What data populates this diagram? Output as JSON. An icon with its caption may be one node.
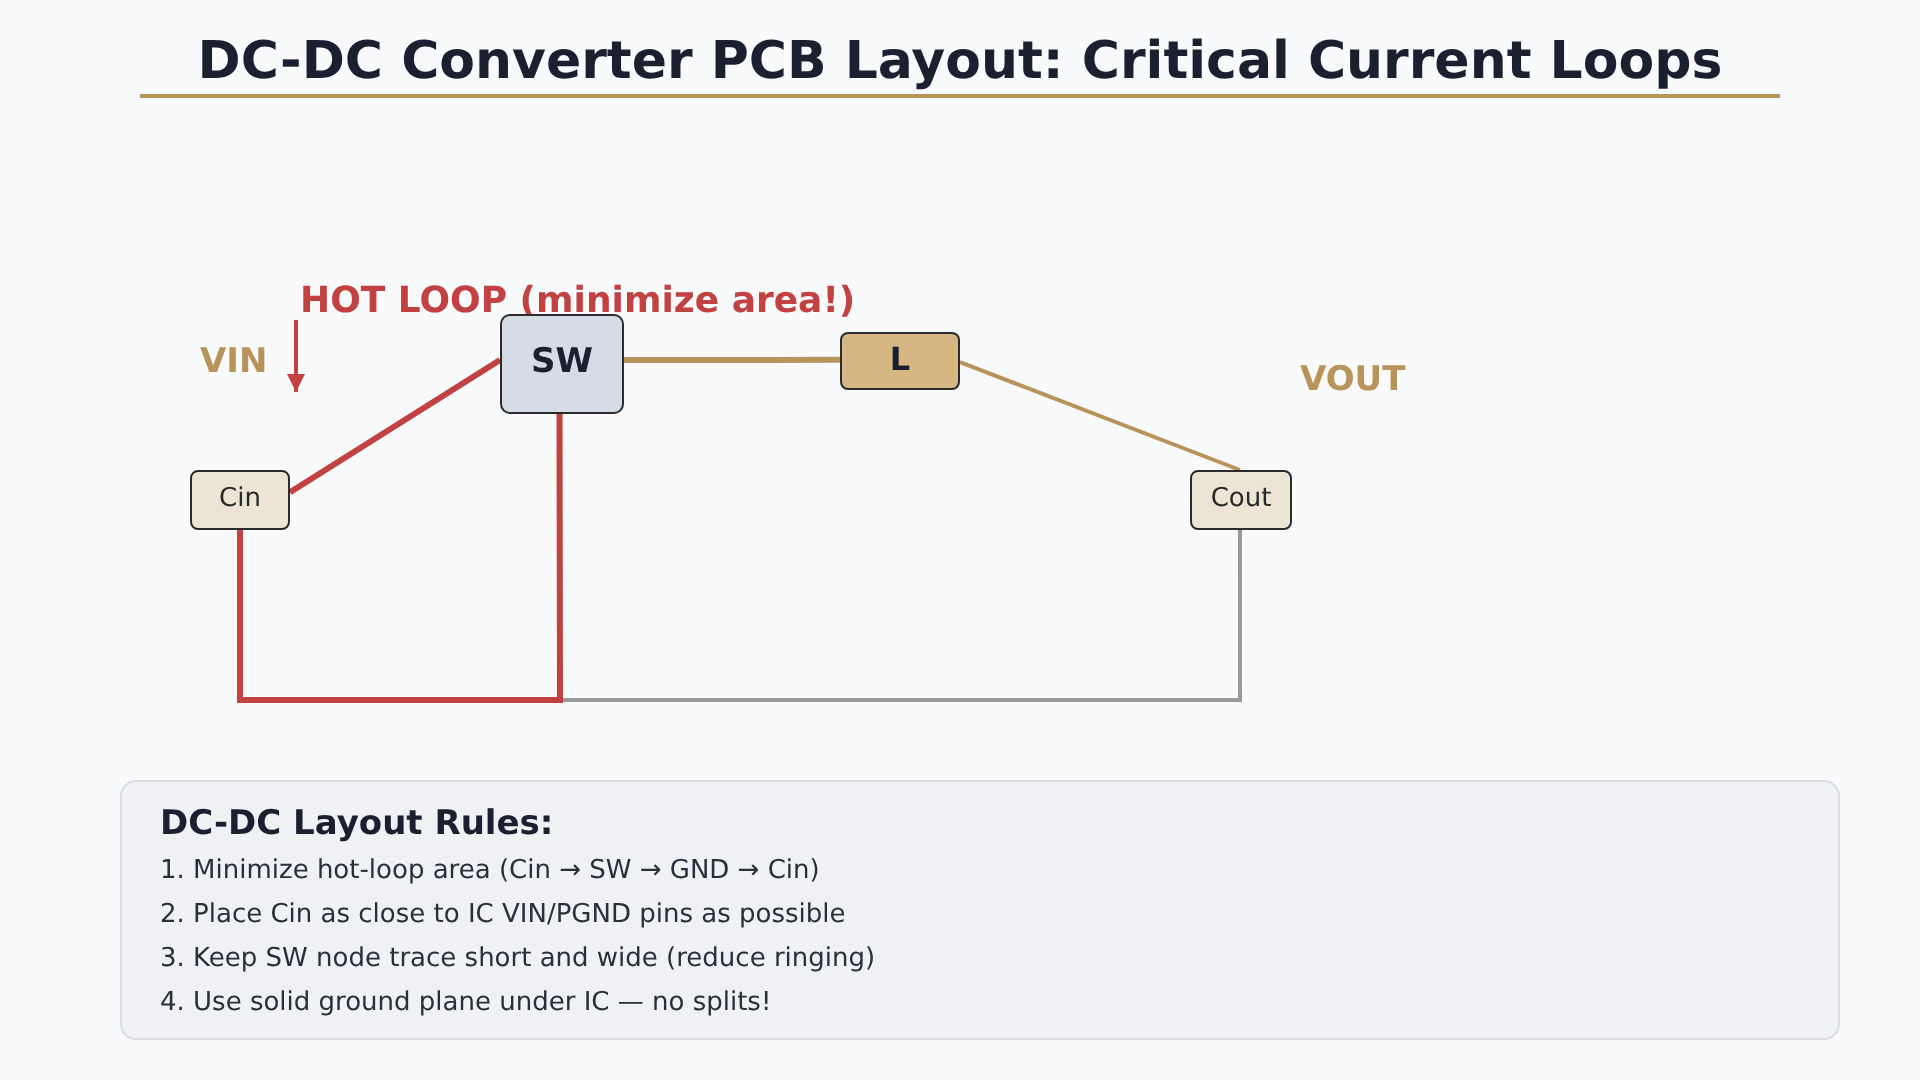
{
  "diagram": {
    "title": "DC-DC Converter PCB Layout: Critical Current Loops",
    "nodes": [
      {
        "text": [
          "HOT LOOP (minimize area!)"
        ]
      },
      {
        "text": [
          "SW"
        ]
      },
      {
        "text": [
          "L"
        ]
      },
      {
        "text": [
          "Cin"
        ]
      },
      {
        "text": [
          "Cout"
        ]
      },
      {
        "text": [
          "DC-DC Layout Rules:",
          "1. Minimize hot-loop area (Cin → SW → GND → Cin)",
          "2. Place Cin as close to IC VIN/PGND pins as possible",
          "3. Keep SW node trace short and wide (reduce ringing)",
          "4. Use solid ground plane under IC — no splits!"
        ]
      }
    ],
    "edges": [
      {
        "from": 3,
        "to": 1,
        "arrow": "none",
        "color": "#c24141"
      },
      {
        "from": 1,
        "to": 2,
        "arrow": "none"
      },
      {
        "from": 2,
        "to": 4,
        "arrow": "none"
      },
      {
        "from": 3,
        "to": 1,
        "arrow": "none",
        "color": "#c24141"
      },
      {
        "from": 4,
        "to": 3,
        "arrow": "none",
        "color": "#9a9a9a"
      },
      {
        "from": 0,
        "to": null,
        "arrow": "to",
        "color": "#c24141"
      }
    ],
    "labels": [
      "VIN",
      "VOUT"
    ]
  }
}
